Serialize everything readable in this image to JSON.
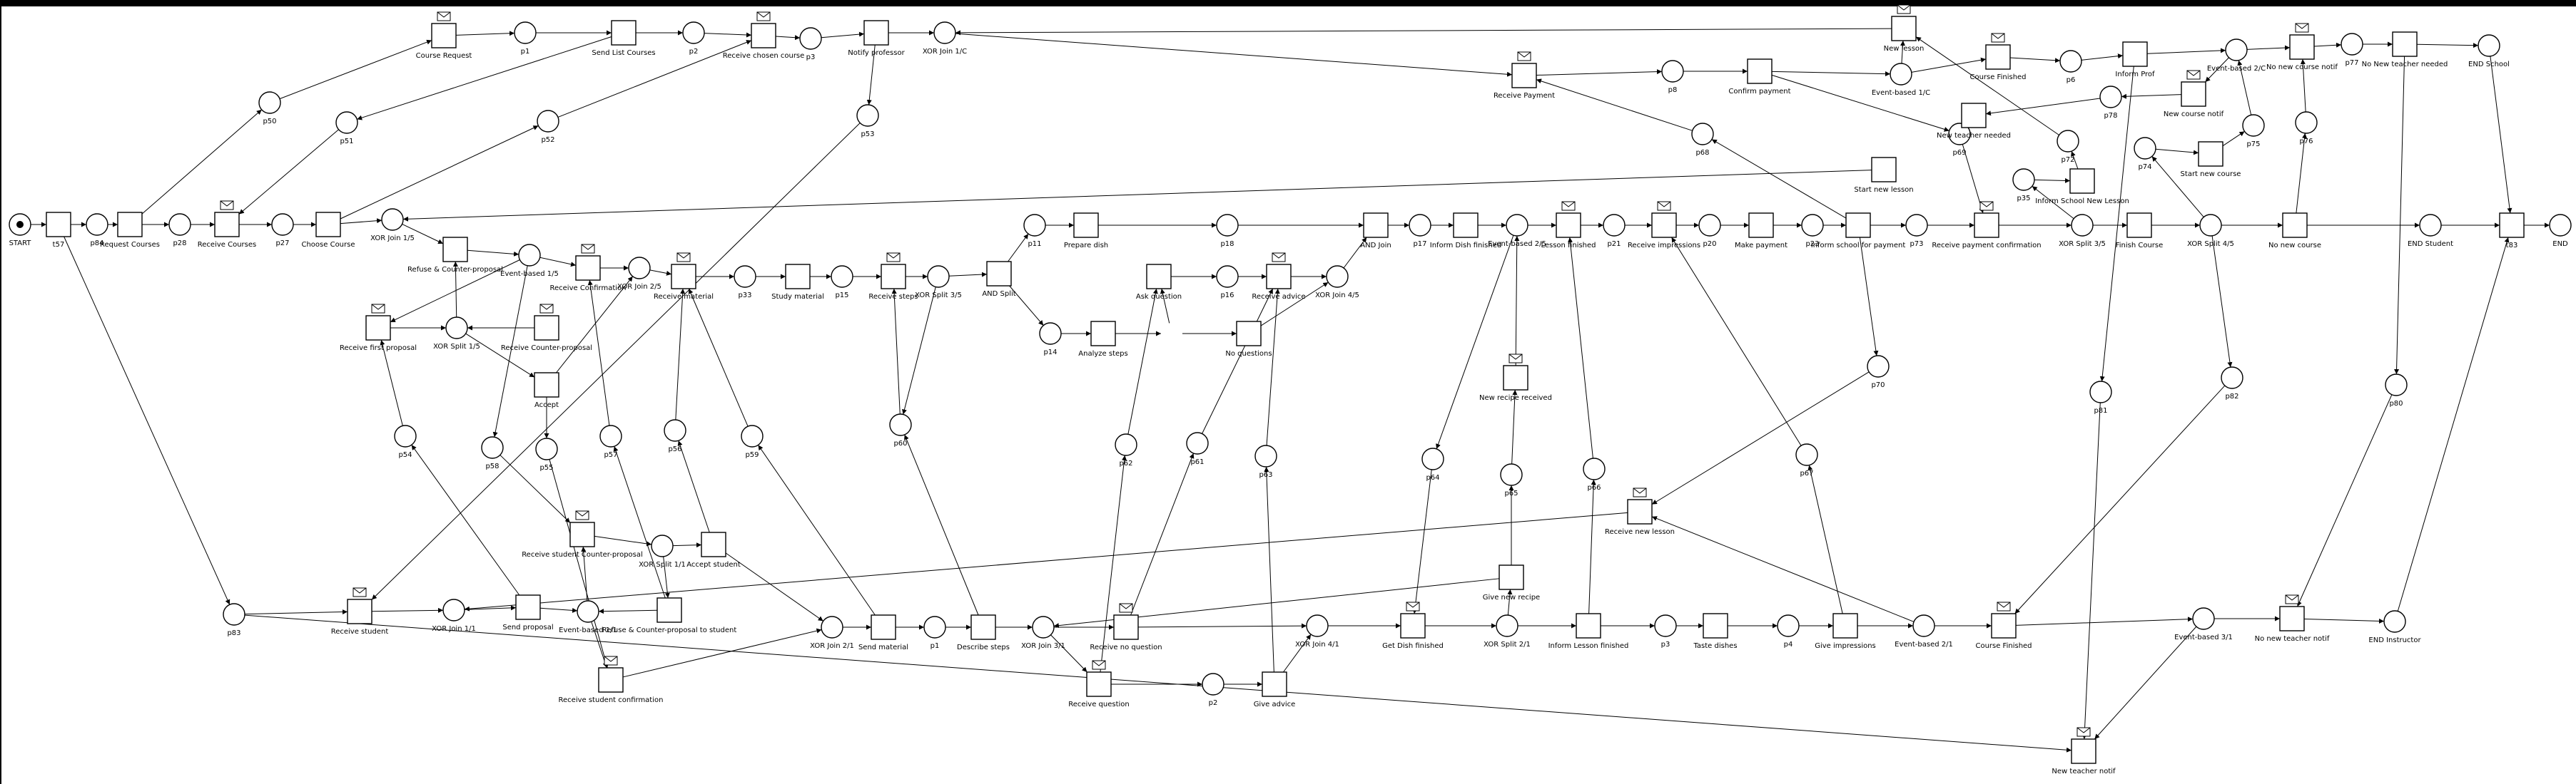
{
  "diagram": {
    "kind": "petri-net",
    "places": [
      {
        "id": "start",
        "label": "START",
        "token": true
      },
      {
        "id": "p84",
        "label": "p84"
      },
      {
        "id": "p28",
        "label": "p28"
      },
      {
        "id": "p27",
        "label": "p27"
      },
      {
        "id": "xj15",
        "label": "XOR Join 1/5"
      },
      {
        "id": "p50",
        "label": "p50"
      },
      {
        "id": "p51",
        "label": "p51"
      },
      {
        "id": "p52",
        "label": "p52"
      },
      {
        "id": "p53",
        "label": "p53"
      },
      {
        "id": "p1",
        "label": "p1"
      },
      {
        "id": "p2top",
        "label": "p2"
      },
      {
        "id": "p3",
        "label": "p3"
      },
      {
        "id": "xj1c",
        "label": "XOR Join 1/C"
      },
      {
        "id": "eb15",
        "label": "Event-based 1/5"
      },
      {
        "id": "xj25",
        "label": "XOR Join 2/5"
      },
      {
        "id": "xs15",
        "label": "XOR Split 1/5"
      },
      {
        "id": "p33",
        "label": "p33"
      },
      {
        "id": "p15",
        "label": "p15"
      },
      {
        "id": "xs35",
        "label": "XOR Split 3/5"
      },
      {
        "id": "p11",
        "label": "p11"
      },
      {
        "id": "p14",
        "label": "p14"
      },
      {
        "id": "p18",
        "label": "p18"
      },
      {
        "id": "p16",
        "label": "p16"
      },
      {
        "id": "xj45",
        "label": "XOR Join 4/5"
      },
      {
        "id": "p17",
        "label": "p17"
      },
      {
        "id": "eb25",
        "label": "Event-based 2/5"
      },
      {
        "id": "p21",
        "label": "p21"
      },
      {
        "id": "p20",
        "label": "p20"
      },
      {
        "id": "p23",
        "label": "p23"
      },
      {
        "id": "p73",
        "label": "p73"
      },
      {
        "id": "xs35b",
        "label": "XOR Split 3/5"
      },
      {
        "id": "xs45",
        "label": "XOR Split 4/5"
      },
      {
        "id": "endstud",
        "label": "END Student"
      },
      {
        "id": "end",
        "label": "END"
      },
      {
        "id": "p8",
        "label": "p8"
      },
      {
        "id": "eb1c",
        "label": "Event-based 1/C"
      },
      {
        "id": "p6",
        "label": "p6"
      },
      {
        "id": "eb2c",
        "label": "Event-based 2/C"
      },
      {
        "id": "p77",
        "label": "p77"
      },
      {
        "id": "endschool",
        "label": "END School"
      },
      {
        "id": "p68",
        "label": "p68"
      },
      {
        "id": "p69",
        "label": "p69"
      },
      {
        "id": "p72",
        "label": "p72"
      },
      {
        "id": "p74",
        "label": "p74"
      },
      {
        "id": "p75",
        "label": "p75"
      },
      {
        "id": "p76",
        "label": "p76"
      },
      {
        "id": "p78",
        "label": "p78"
      },
      {
        "id": "p35",
        "label": "p35"
      },
      {
        "id": "p70",
        "label": "p70"
      },
      {
        "id": "p54",
        "label": "p54"
      },
      {
        "id": "p58",
        "label": "p58"
      },
      {
        "id": "p55",
        "label": "p55"
      },
      {
        "id": "p57",
        "label": "p57"
      },
      {
        "id": "p56",
        "label": "p56"
      },
      {
        "id": "p59",
        "label": "p59"
      },
      {
        "id": "p60",
        "label": "p60"
      },
      {
        "id": "p62",
        "label": "p62"
      },
      {
        "id": "p61",
        "label": "p61"
      },
      {
        "id": "p63",
        "label": "p63"
      },
      {
        "id": "p64",
        "label": "p64"
      },
      {
        "id": "p65",
        "label": "p65"
      },
      {
        "id": "p66",
        "label": "p66"
      },
      {
        "id": "p67",
        "label": "p67"
      },
      {
        "id": "p81",
        "label": "p81"
      },
      {
        "id": "p82",
        "label": "p82"
      },
      {
        "id": "p80",
        "label": "p80"
      },
      {
        "id": "p83",
        "label": "p83"
      },
      {
        "id": "xj11",
        "label": "XOR Join 1/1"
      },
      {
        "id": "eb11",
        "label": "Event-based 1/1"
      },
      {
        "id": "xs11",
        "label": "XOR Split 1/1"
      },
      {
        "id": "xj21",
        "label": "XOR Join 2/1"
      },
      {
        "id": "p1b",
        "label": "p1"
      },
      {
        "id": "xj31",
        "label": "XOR Join 3/1"
      },
      {
        "id": "p2b",
        "label": "p2"
      },
      {
        "id": "xj41",
        "label": "XOR Join 4/1"
      },
      {
        "id": "xs21",
        "label": "XOR Split 2/1"
      },
      {
        "id": "p3b",
        "label": "p3"
      },
      {
        "id": "p4",
        "label": "p4"
      },
      {
        "id": "eb21",
        "label": "Event-based 2/1"
      },
      {
        "id": "eb31",
        "label": "Event-based 3/1"
      },
      {
        "id": "endinstr",
        "label": "END Instructor"
      }
    ],
    "transitions": [
      {
        "id": "t57",
        "label": "t57"
      },
      {
        "id": "reqcourses",
        "label": "Request Courses"
      },
      {
        "id": "recvcourses",
        "label": "Receive Courses",
        "envelope": true
      },
      {
        "id": "choosecourse",
        "label": "Choose Course"
      },
      {
        "id": "coursereq",
        "label": "Course Request",
        "envelope": true
      },
      {
        "id": "sendlist",
        "label": "Send List Courses"
      },
      {
        "id": "recvchosen",
        "label": "Receive chosen course",
        "envelope": true
      },
      {
        "id": "notifyprof",
        "label": "Notify professor"
      },
      {
        "id": "newlesson",
        "label": "New lesson",
        "envelope": true
      },
      {
        "id": "refuse1",
        "label": "Refuse & Counter-proposal"
      },
      {
        "id": "recvconf",
        "label": "Receive Confirmation",
        "envelope": true
      },
      {
        "id": "recvmaterial",
        "label": "Receive material",
        "envelope": true
      },
      {
        "id": "studymat",
        "label": "Study material"
      },
      {
        "id": "recvsteps",
        "label": "Receive steps",
        "envelope": true
      },
      {
        "id": "andsplit",
        "label": "AND Split"
      },
      {
        "id": "preparedish",
        "label": "Prepare dish"
      },
      {
        "id": "analyzesteps",
        "label": "Analyze steps"
      },
      {
        "id": "askquestion",
        "label": "Ask question"
      },
      {
        "id": "noquestions",
        "label": "No questions"
      },
      {
        "id": "recvadvice",
        "label": "Receive advice",
        "envelope": true
      },
      {
        "id": "andjoin",
        "label": "AND Join"
      },
      {
        "id": "informdish",
        "label": "Inform Dish finished"
      },
      {
        "id": "lessonfin",
        "label": "Lesson finished",
        "envelope": true
      },
      {
        "id": "recvimpr",
        "label": "Receive impressions",
        "envelope": true
      },
      {
        "id": "makepay",
        "label": "Make payment"
      },
      {
        "id": "informschool",
        "label": "Inform school for payment"
      },
      {
        "id": "recvpayconf",
        "label": "Receive payment confirmation",
        "envelope": true
      },
      {
        "id": "finishcourse",
        "label": "Finish Course"
      },
      {
        "id": "nonewcourse",
        "label": "No new course"
      },
      {
        "id": "t83",
        "label": "t83"
      },
      {
        "id": "recvpayment",
        "label": "Receive Payment",
        "envelope": true
      },
      {
        "id": "confirmpay",
        "label": "Confirm payment"
      },
      {
        "id": "coursefin",
        "label": "Course Finished",
        "envelope": true
      },
      {
        "id": "informprof",
        "label": "Inform Prof"
      },
      {
        "id": "nonewcoursenotif",
        "label": "No new course notif",
        "envelope": true
      },
      {
        "id": "nonewteacher",
        "label": "No New teacher needed"
      },
      {
        "id": "newcoursenotif",
        "label": "New course notif",
        "envelope": true
      },
      {
        "id": "newteacherneeded",
        "label": "New teacher needed"
      },
      {
        "id": "startnewcourse",
        "label": "Start new course"
      },
      {
        "id": "informschoolnl",
        "label": "Inform School New Lesson"
      },
      {
        "id": "startnewlesson",
        "label": "Start new lesson"
      },
      {
        "id": "recvfirstprop",
        "label": "Receive first proposal",
        "envelope": true
      },
      {
        "id": "recvcounter",
        "label": "Receive Counter-proposal",
        "envelope": true
      },
      {
        "id": "accept",
        "label": "Accept"
      },
      {
        "id": "newreciperecv",
        "label": "New recipe received",
        "envelope": true
      },
      {
        "id": "recvstudent",
        "label": "Receive student",
        "envelope": true
      },
      {
        "id": "sendproposal",
        "label": "Send proposal"
      },
      {
        "id": "recvstudcounter",
        "label": "Receive student Counter-proposal",
        "envelope": true
      },
      {
        "id": "acceptstudent",
        "label": "Accept student"
      },
      {
        "id": "refuse2",
        "label": "Refuse & Counter-proposal  to student"
      },
      {
        "id": "recvstudconf",
        "label": "Receive student confirmation",
        "envelope": true
      },
      {
        "id": "sendmaterial",
        "label": "Send material"
      },
      {
        "id": "describesteps",
        "label": "Describe steps"
      },
      {
        "id": "recvnoquestion",
        "label": "Receive no question",
        "envelope": true
      },
      {
        "id": "recvquestion",
        "label": "Receive question",
        "envelope": true
      },
      {
        "id": "giveadvice",
        "label": "Give advice"
      },
      {
        "id": "givenewrecipe",
        "label": "Give new recipe"
      },
      {
        "id": "getdishfin",
        "label": "Get Dish finished",
        "envelope": true
      },
      {
        "id": "informlessonfin",
        "label": "Inform Lesson finished"
      },
      {
        "id": "tastedishes",
        "label": "Taste dishes"
      },
      {
        "id": "giveimpr",
        "label": "Give impressions"
      },
      {
        "id": "coursefin2",
        "label": "Course Finished",
        "envelope": true
      },
      {
        "id": "nonewteachernotif",
        "label": "No new teacher notif",
        "envelope": true
      },
      {
        "id": "recvnewlesson",
        "label": "Receive new lesson",
        "envelope": true
      },
      {
        "id": "newteachernotif",
        "label": "New teacher notif",
        "envelope": true
      }
    ]
  }
}
